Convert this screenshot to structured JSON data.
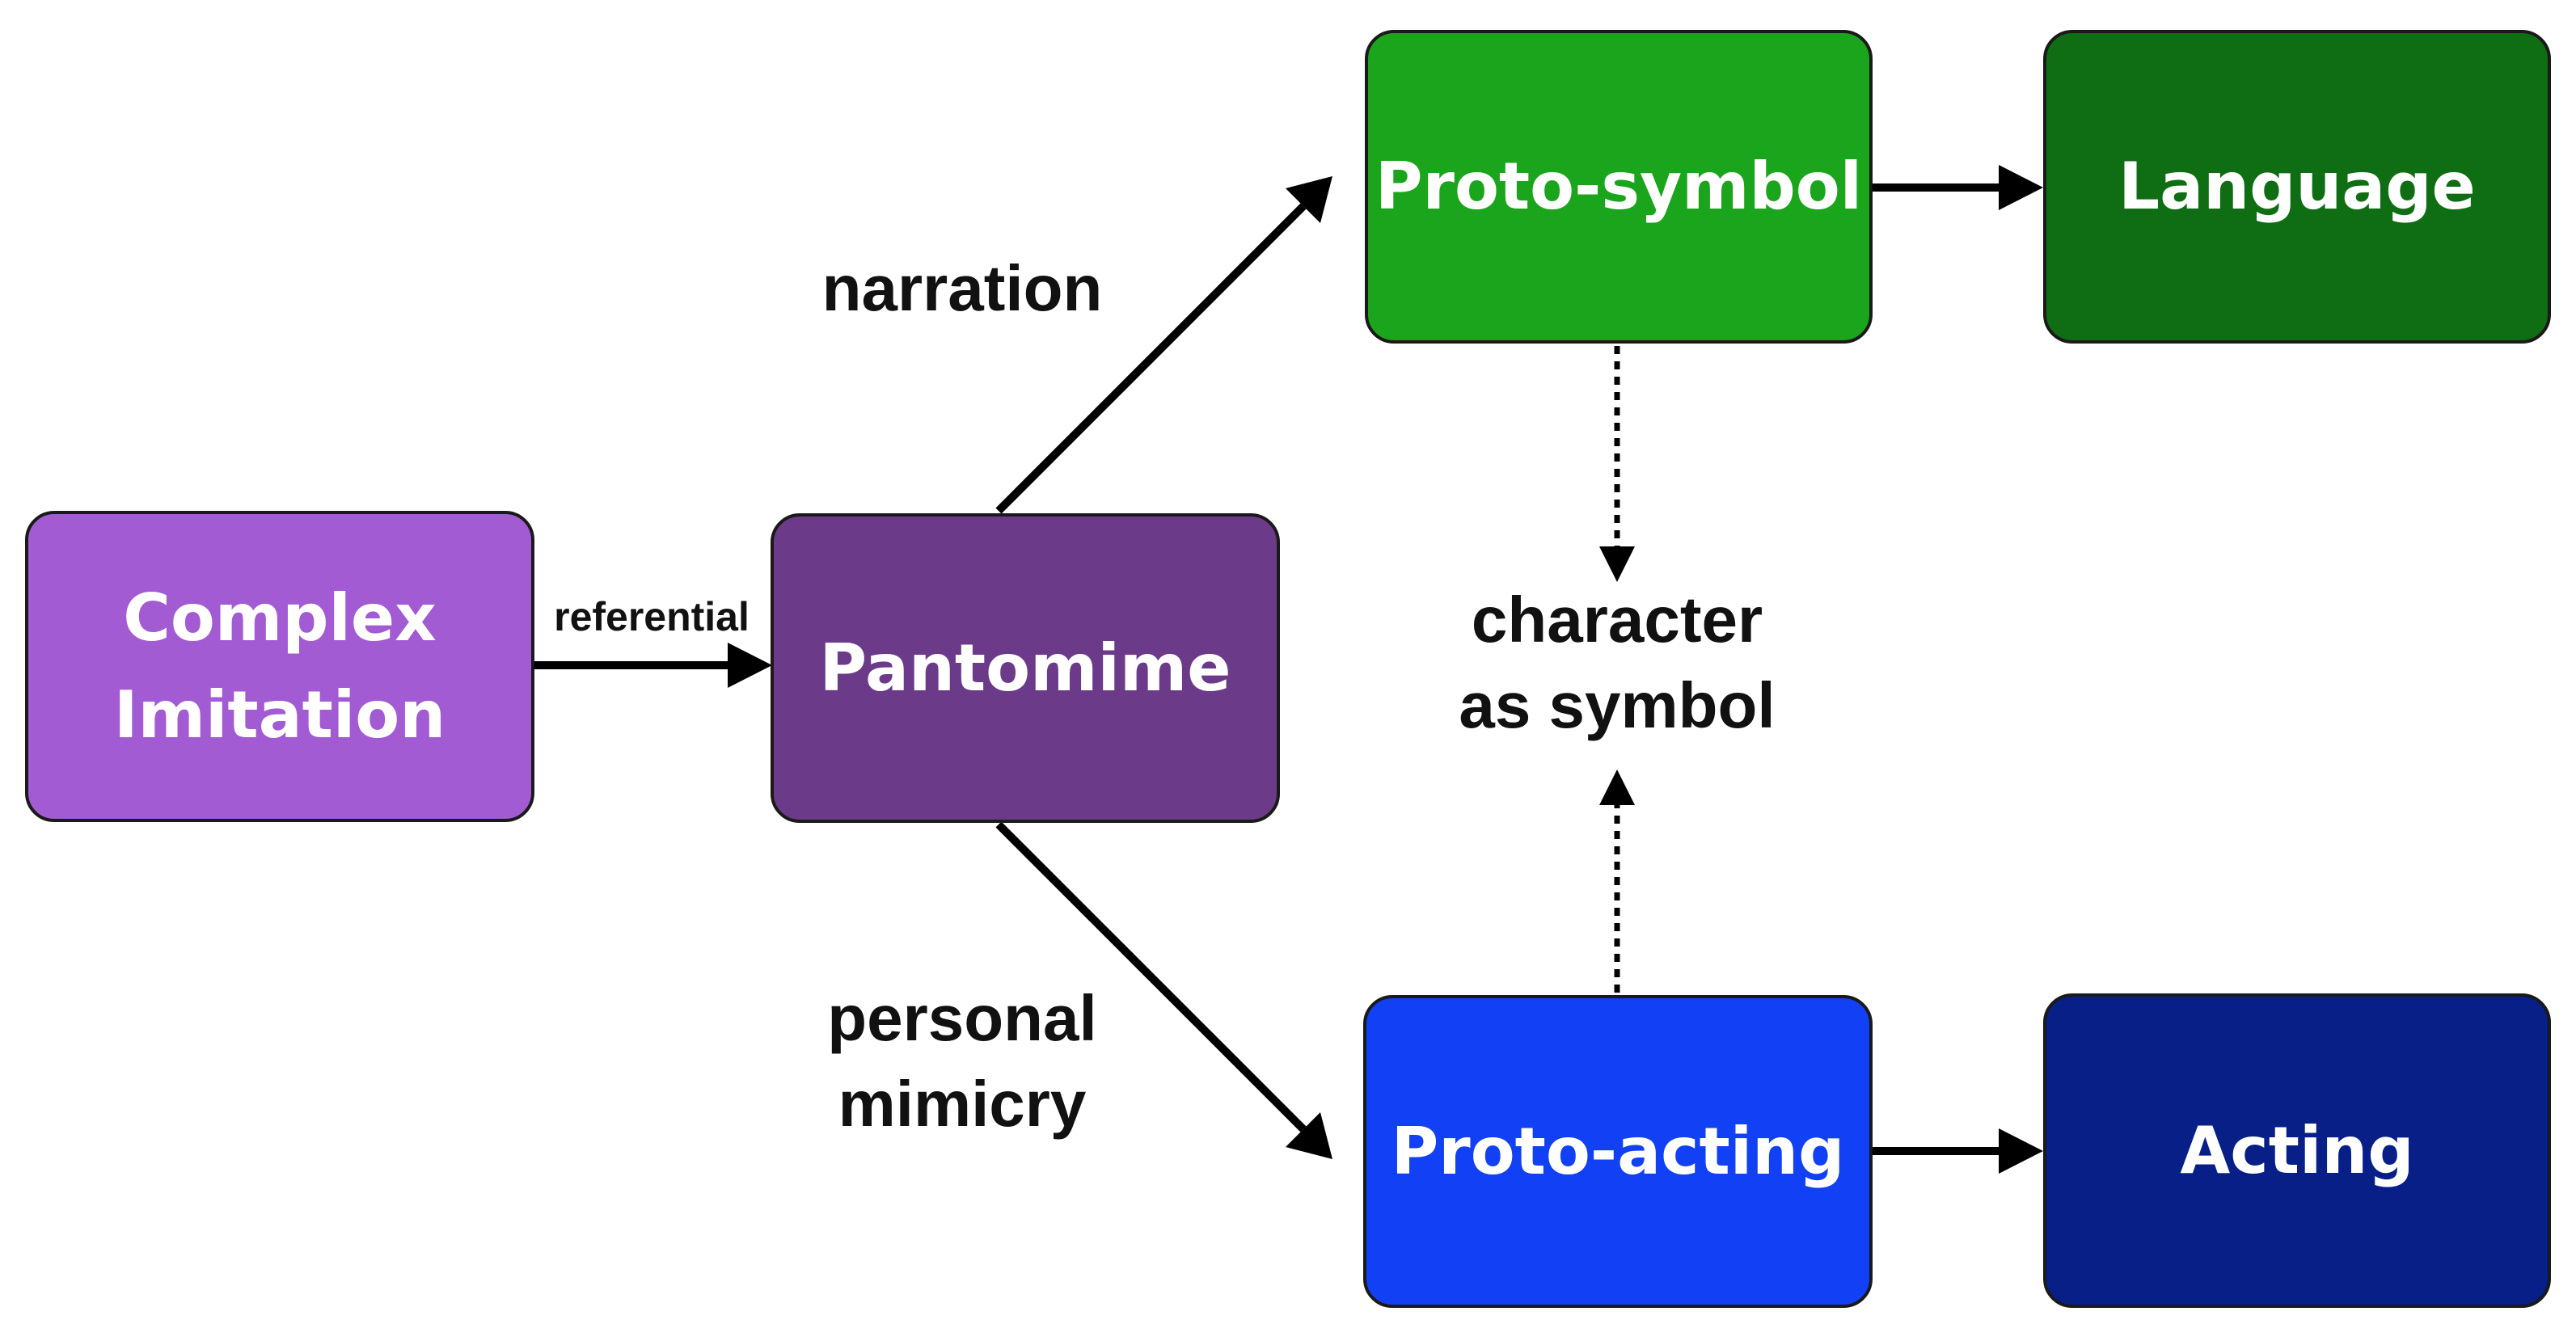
{
  "nodes": {
    "complex_imitation": {
      "label": "Complex\nImitation",
      "color": "#a25bd3"
    },
    "pantomime": {
      "label": "Pantomime",
      "color": "#6b3b8a"
    },
    "proto_symbol": {
      "label": "Proto-symbol",
      "color": "#1aa51c"
    },
    "language": {
      "label": "Language",
      "color": "#0f6e14"
    },
    "proto_acting": {
      "label": "Proto-acting",
      "color": "#1240f5"
    },
    "acting": {
      "label": "Acting",
      "color": "#071f86"
    }
  },
  "edge_labels": {
    "referential": "referential",
    "narration": "narration",
    "personal_mimicry": "personal\nmimicry",
    "character_as_symbol": "character\nas symbol"
  }
}
